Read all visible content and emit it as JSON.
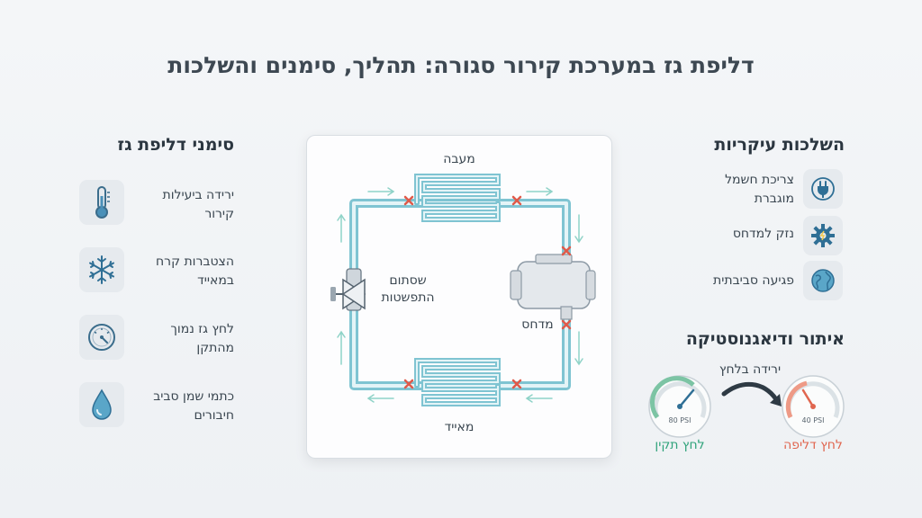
{
  "title": "דליפת גז במערכת קירור סגורה: תהליך, סימנים והשלכות",
  "signs": {
    "heading": "סימני דליפת גז",
    "items": [
      {
        "line1": "ירידה ביעילות",
        "line2": "קירור",
        "icon": "thermometer-icon"
      },
      {
        "line1": "הצטברות קרח",
        "line2": "במאייד",
        "icon": "snowflake-icon"
      },
      {
        "line1": "לחץ גז נמוך",
        "line2": "מהתקן",
        "icon": "pressure-gauge-icon"
      },
      {
        "line1": "כתמי שמן סביב",
        "line2": "חיבורים",
        "icon": "oil-drop-icon"
      }
    ]
  },
  "diagram": {
    "condenser": "מעבה",
    "evaporator": "מאייד",
    "compressor": "מדחס",
    "valve_line1": "שסתום",
    "valve_line2": "התפשטות"
  },
  "consequences": {
    "heading": "השלכות עיקריות",
    "items": [
      {
        "line1": "צריכת חשמל",
        "line2": "מוגברת",
        "icon": "power-plug-icon"
      },
      {
        "line1": "נזק למדחס",
        "line2": "",
        "icon": "gear-icon"
      },
      {
        "line1": "פגיעה סביבתית",
        "line2": "",
        "icon": "globe-icon"
      }
    ]
  },
  "monitoring": {
    "heading": "איתור ודיאגנוסטיקה",
    "arrow_label": "ירידה בלחץ",
    "normal": {
      "value_text": "80 PSI",
      "label": "לחץ תקין",
      "color": "#2fa37a"
    },
    "leak": {
      "value_text": "40 PSI",
      "label": "לחץ דליפה",
      "color": "#e0664f"
    }
  },
  "colors": {
    "pipe": "#7fc4d2",
    "pipe_fill": "#cfe9ef",
    "leak_marker": "#e05a4a",
    "flow_arrow": "#8fd3c8"
  }
}
